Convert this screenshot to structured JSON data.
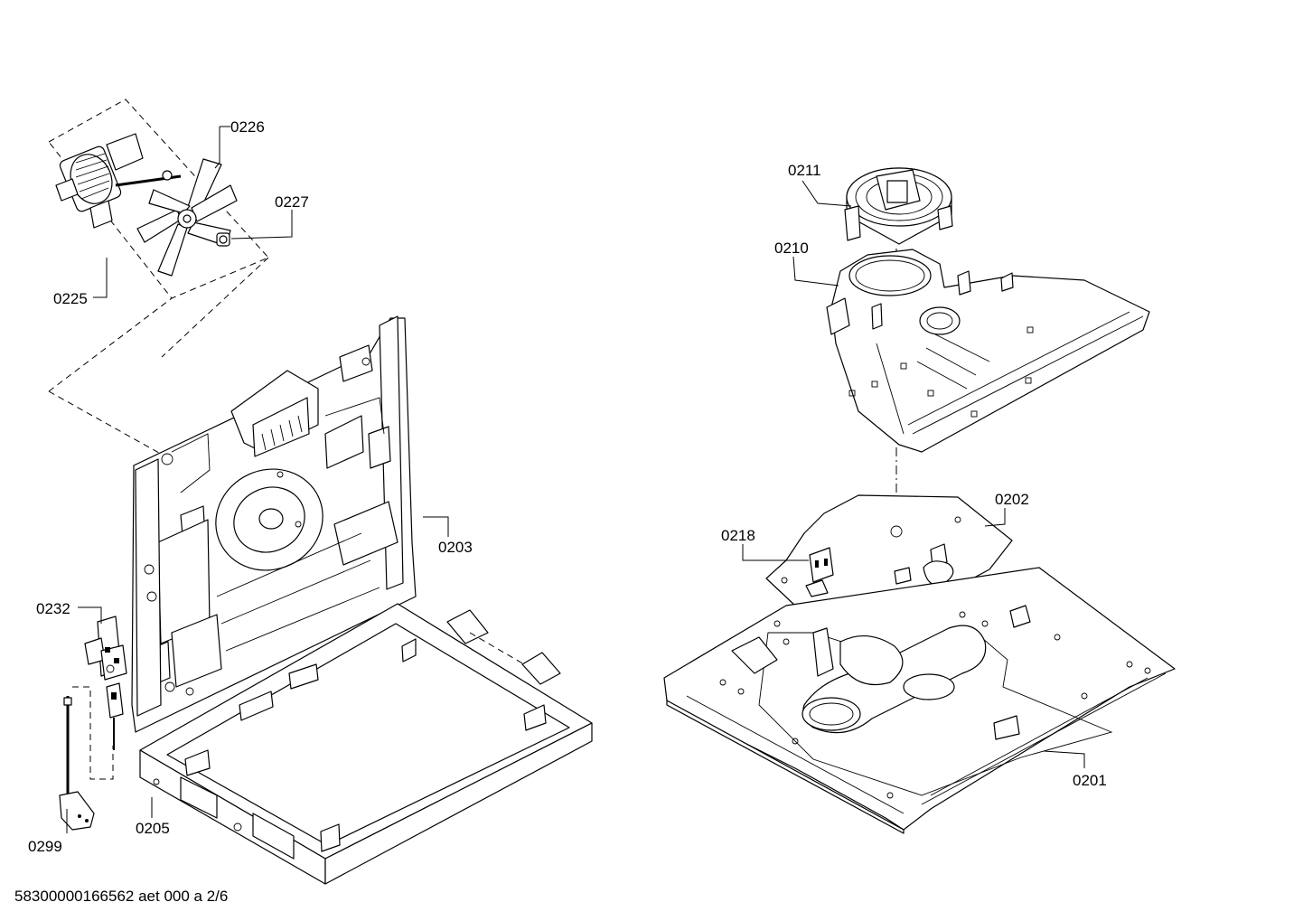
{
  "labels": {
    "p0225": "0225",
    "p0226": "0226",
    "p0227": "0227",
    "p0203": "0203",
    "p0232": "0232",
    "p0299": "0299",
    "p0205": "0205",
    "p0211": "0211",
    "p0210": "0210",
    "p0202": "0202",
    "p0218": "0218",
    "p0201": "0201"
  },
  "footer": "58300000166562 aet 000 a 2/6"
}
